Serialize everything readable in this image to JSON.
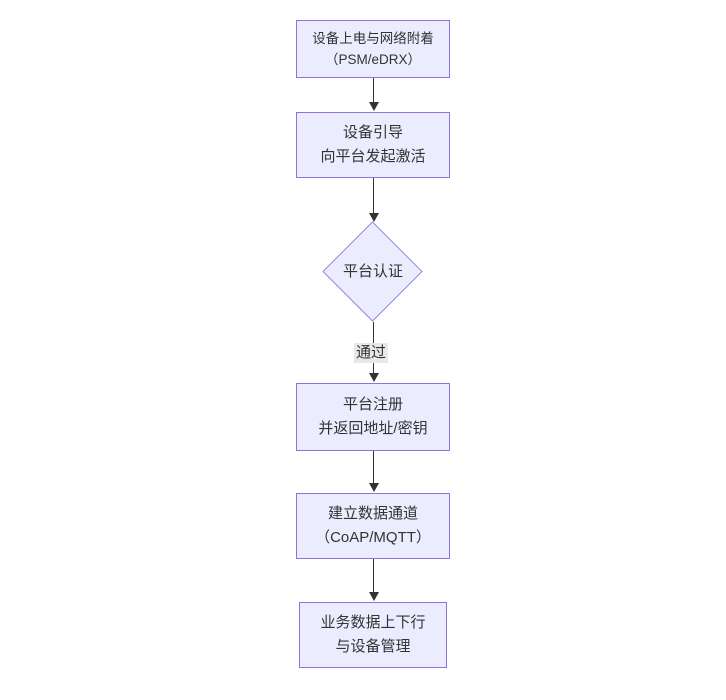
{
  "diagram": {
    "type": "flowchart",
    "direction": "top-down",
    "colors": {
      "node_fill": "#ECECFF",
      "node_border": "#9370DB",
      "arrow": "#333333",
      "edge_label_bg": "#e8e8e8",
      "text": "#333333",
      "background": "#ffffff"
    },
    "nodes": [
      {
        "id": "n1",
        "shape": "rect",
        "line1": "设备上电与网络附着",
        "line2": "（PSM/eDRX）"
      },
      {
        "id": "n2",
        "shape": "rect",
        "line1": "设备引导",
        "line2": "向平台发起激活"
      },
      {
        "id": "n3",
        "shape": "diamond",
        "line1": "平台认证"
      },
      {
        "id": "n4",
        "shape": "rect",
        "line1": "平台注册",
        "line2": "并返回地址/密钥"
      },
      {
        "id": "n5",
        "shape": "rect",
        "line1": "建立数据通道",
        "line2": "（CoAP/MQTT）"
      },
      {
        "id": "n6",
        "shape": "rect",
        "line1": "业务数据上下行",
        "line2": "与设备管理"
      }
    ],
    "edges": [
      {
        "from": "n1",
        "to": "n2",
        "label": ""
      },
      {
        "from": "n2",
        "to": "n3",
        "label": ""
      },
      {
        "from": "n3",
        "to": "n4",
        "label": "通过"
      },
      {
        "from": "n4",
        "to": "n5",
        "label": ""
      },
      {
        "from": "n5",
        "to": "n6",
        "label": ""
      }
    ]
  }
}
